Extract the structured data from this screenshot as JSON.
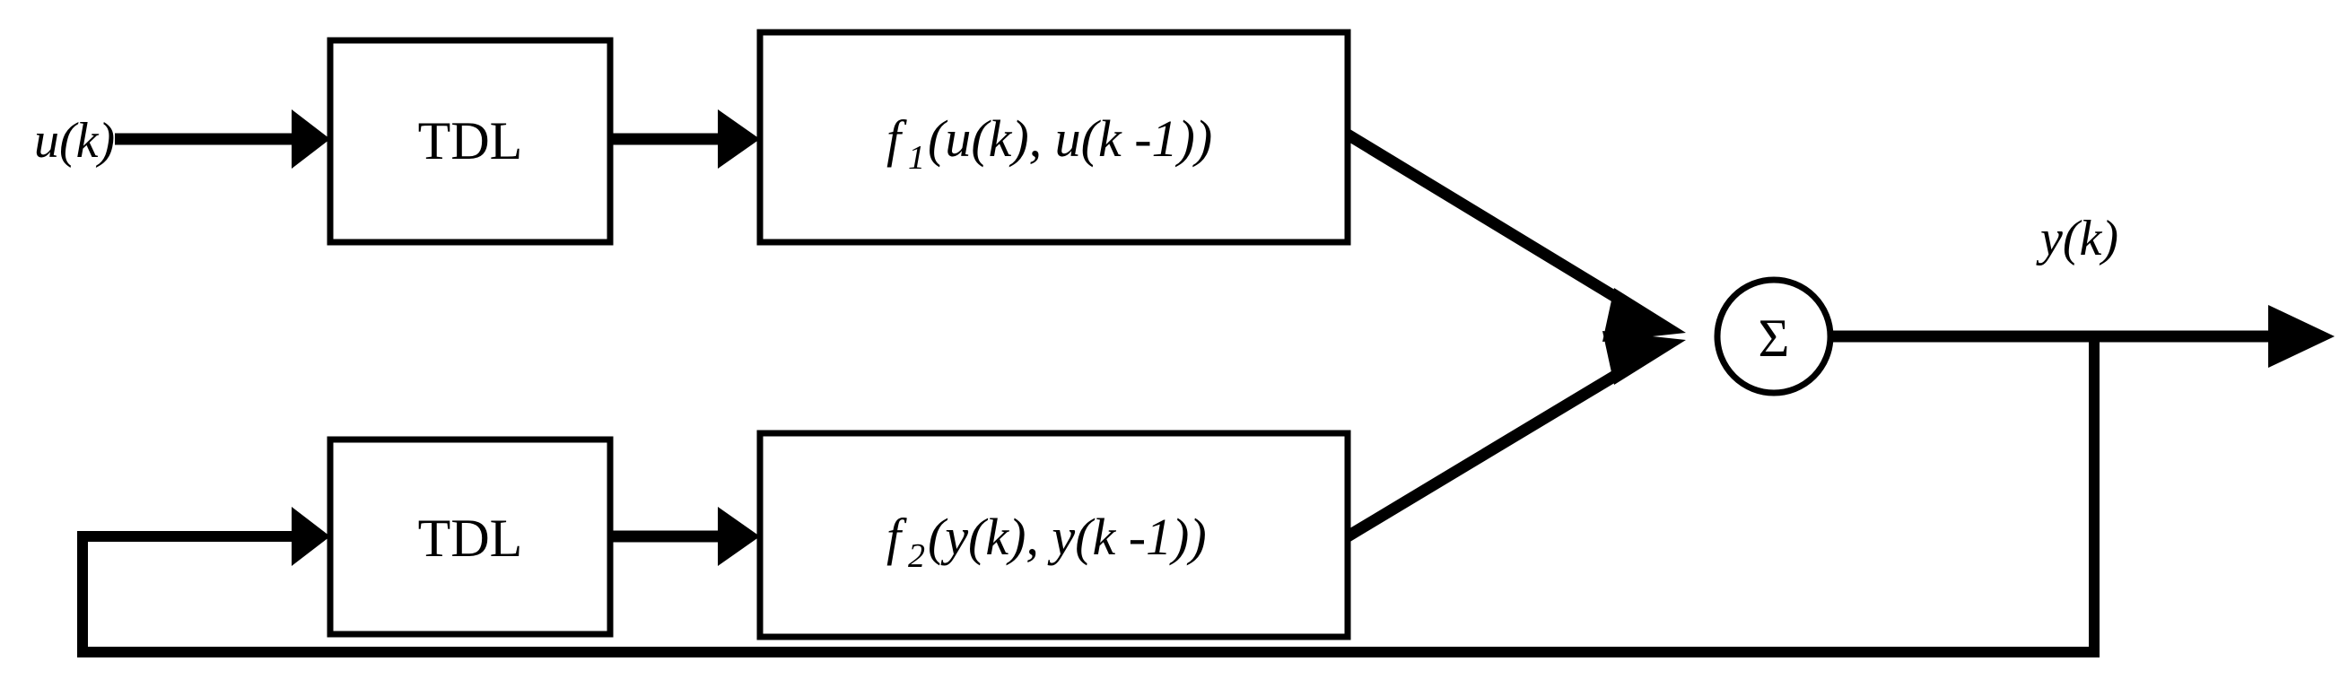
{
  "diagram": {
    "title": "NARX recurrent network block diagram",
    "background_color": "#ffffff",
    "line_color": "#000000",
    "blocks": [
      {
        "id": "tdl_top",
        "label": "TDL"
      },
      {
        "id": "f1",
        "label": "f",
        "subscript": "1",
        "args": "(u(k), u(k -1))",
        "full": "f1(u(k), u(k -1))"
      },
      {
        "id": "tdl_bot",
        "label": "TDL"
      },
      {
        "id": "f2",
        "label": "f",
        "subscript": "2",
        "args": "(y(k), y(k -1))",
        "full": "f2(y(k), y(k -1))"
      },
      {
        "id": "summer",
        "label": "Σ"
      }
    ],
    "signals": {
      "input_label": "u(k)",
      "output_label": "y(k)"
    },
    "connections": [
      {
        "from": "input",
        "to": "tdl_top",
        "kind": "arrow"
      },
      {
        "from": "tdl_top",
        "to": "f1",
        "kind": "arrow"
      },
      {
        "from": "f1",
        "to": "summer",
        "kind": "diagonal-arrow"
      },
      {
        "from": "feedback",
        "to": "tdl_bot",
        "kind": "arrow"
      },
      {
        "from": "tdl_bot",
        "to": "f2",
        "kind": "arrow"
      },
      {
        "from": "f2",
        "to": "summer",
        "kind": "diagonal-arrow"
      },
      {
        "from": "summer",
        "to": "output",
        "kind": "arrow"
      },
      {
        "from": "output",
        "to": "feedback",
        "kind": "loop"
      }
    ]
  }
}
